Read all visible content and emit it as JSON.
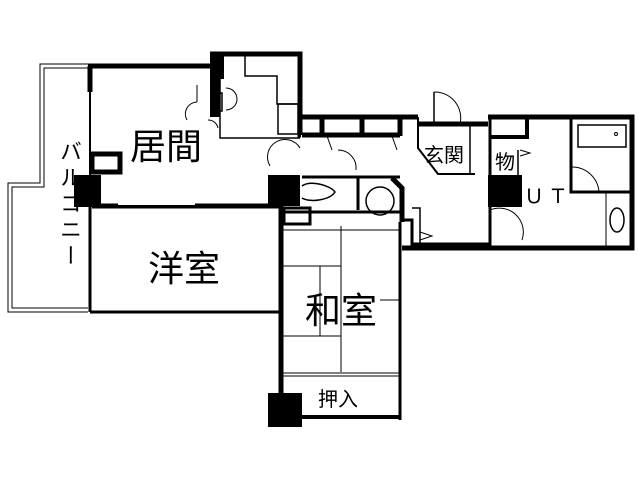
{
  "floorplan": {
    "rooms": {
      "balcony": "バルコニー",
      "living": "居間",
      "western_room": "洋室",
      "japanese_room": "和室",
      "closet": "押入",
      "entrance": "玄関",
      "storage": "物",
      "unit_bath": "ＵＴ"
    },
    "colors": {
      "wall": "#000000",
      "background": "#ffffff"
    }
  }
}
